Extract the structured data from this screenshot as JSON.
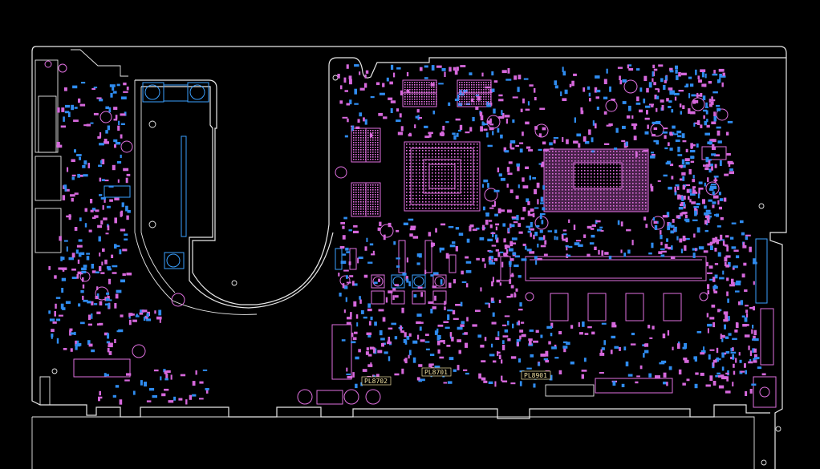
{
  "viewer": {
    "background": "#000000",
    "outline_color": "#e8e8e8",
    "top_layer_color": "#e070e0",
    "bottom_layer_color": "#3aa0ff"
  },
  "labels": [
    {
      "id": "pl8702",
      "text": "PL8702"
    },
    {
      "id": "pl8701",
      "text": "PL8701"
    },
    {
      "id": "pl8901",
      "text": "PL8901"
    }
  ]
}
